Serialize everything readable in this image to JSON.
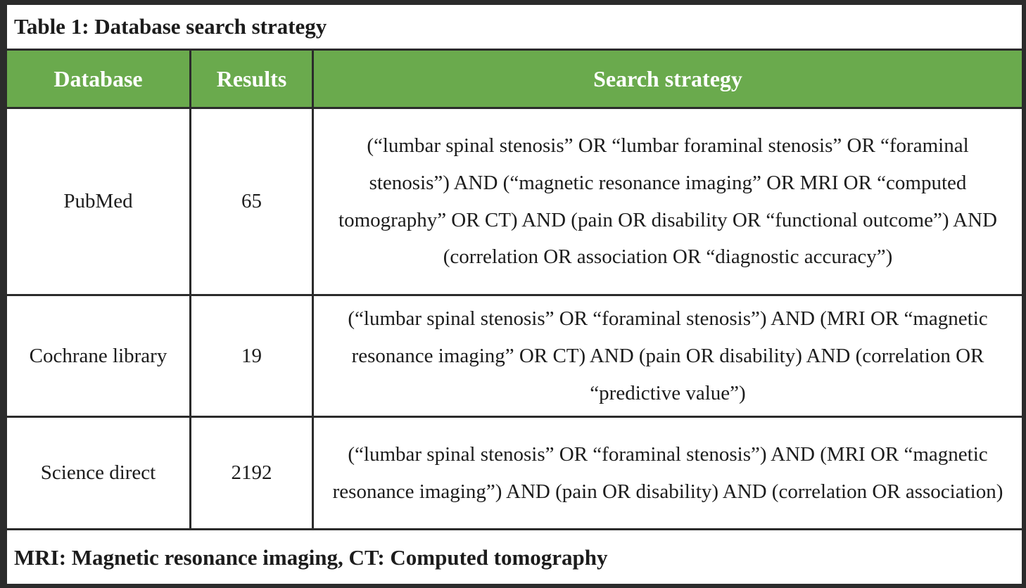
{
  "table": {
    "title": "Table 1: Database search strategy",
    "columns": [
      {
        "label": "Database"
      },
      {
        "label": "Results"
      },
      {
        "label": "Search strategy"
      }
    ],
    "rows": [
      {
        "database": "PubMed",
        "results": "65",
        "strategy": "(“lumbar spinal stenosis” OR “lumbar foraminal stenosis” OR “foraminal stenosis”) AND (“magnetic resonance imaging” OR MRI OR “computed tomography” OR CT) AND (pain OR disability OR “functional outcome”) AND (correlation OR association OR “diagnostic accuracy”)"
      },
      {
        "database": "Cochrane library",
        "results": "19",
        "strategy": "(“lumbar spinal stenosis” OR “foraminal stenosis”) AND (MRI OR “magnetic resonance imaging” OR CT) AND (pain OR disability) AND (correlation OR “predictive value”)"
      },
      {
        "database": "Science direct",
        "results": "2192",
        "strategy": "(“lumbar spinal stenosis” OR “foraminal stenosis”) AND (MRI OR “magnetic resonance imaging”) AND (pain OR disability) AND (correlation OR association)"
      }
    ],
    "footnote": "MRI: Magnetic resonance imaging, CT: Computed tomography",
    "colors": {
      "header_bg": "#6aaa4d",
      "header_text": "#ffffff",
      "border": "#2b2b2b",
      "body_text": "#1c1c1c",
      "background": "#ffffff"
    }
  }
}
